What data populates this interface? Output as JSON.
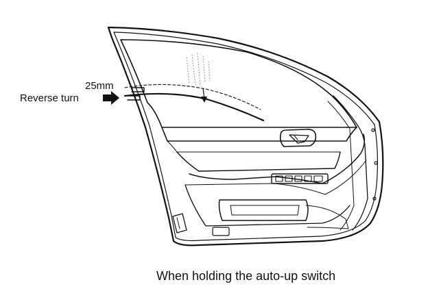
{
  "labels": {
    "gap": "25mm",
    "reverse_turn": "Reverse turn",
    "caption": "When holding the auto-up switch"
  },
  "colors": {
    "ink": "#111111",
    "background": "#ffffff"
  }
}
